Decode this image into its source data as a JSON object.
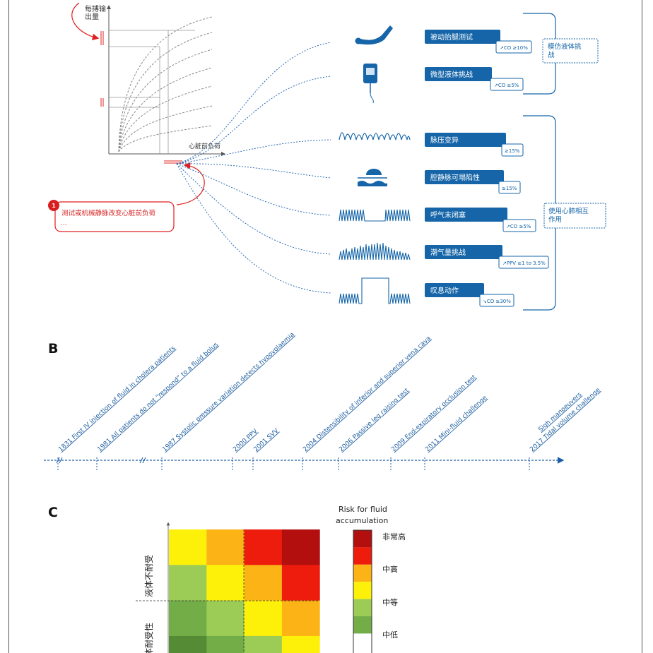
{
  "section_a": {
    "y_axis_label": [
      "每搏输",
      "出量"
    ],
    "x_axis_label": "心脏前负荷",
    "callout_number": "1",
    "callout_text": "测试或机械静脉改变心脏前负荷",
    "callout_more": "...",
    "group1_label": [
      "模仿液体挑",
      "战"
    ],
    "group2_label": [
      "使用心肺相互",
      "作用"
    ],
    "tests": [
      {
        "name": "被动抬腿测试",
        "threshold": "↗CO ≥10%",
        "icon": "leg-raise-icon"
      },
      {
        "name": "微型液体挑战",
        "threshold": "↗CO ≥5%",
        "icon": "iv-bag-icon"
      },
      {
        "name": "脉压变异",
        "threshold": "≥15%",
        "icon": "pulse-pressure-waveform-icon"
      },
      {
        "name": "腔静脉可塌陷性",
        "threshold": "≥15%",
        "icon": "vena-cava-ultrasound-icon"
      },
      {
        "name": "呼气末闭塞",
        "threshold": "↗CO ≥5%",
        "icon": "end-expiratory-occlusion-waveform-icon"
      },
      {
        "name": "潮气量挑战",
        "threshold": "↗PPV ≥1 to 3.5%",
        "icon": "tidal-volume-waveform-icon"
      },
      {
        "name": "叹息动作",
        "threshold": "↘CO ≥30%",
        "icon": "sigh-waveform-icon"
      }
    ]
  },
  "section_b": {
    "letter": "B",
    "events": [
      {
        "year": "1831",
        "text": "First IV injection of fluid in cholera patients"
      },
      {
        "year": "1981",
        "text": "All patients do not “respond” to a fluid bolus"
      },
      {
        "year": "1987",
        "text": "Systolic pressure variation detects hypovolaemia"
      },
      {
        "year": "2000",
        "text": "PPV"
      },
      {
        "year": "2001",
        "text": "SVV"
      },
      {
        "year": "2004",
        "text": "Distensibility of inferior and superior vena cava"
      },
      {
        "year": "2006",
        "text": "Passive leg raising  test"
      },
      {
        "year": "2009",
        "text": "End-expiratory occlusion test"
      },
      {
        "year": "2011",
        "text": "Mini-fluid challenge"
      },
      {
        "year": "",
        "text": "Sigh manoeuvers"
      },
      {
        "year": "2017",
        "text": "Tidal volume challenge"
      }
    ]
  },
  "section_c": {
    "letter": "C",
    "y_label_upper": "液体不耐受",
    "y_label_lower": "体耐受性",
    "legend_title": [
      "Risk for fluid",
      "accumulation"
    ],
    "legend_labels": [
      "非常高",
      "中高",
      "中等",
      "中低"
    ],
    "colors": {
      "dark_red": "#b40f0f",
      "red": "#ee1c0c",
      "orange": "#fbb315",
      "yellow": "#fdf10a",
      "light_green": "#9ccc55",
      "green": "#72ad48",
      "dark_green": "#548b34"
    }
  },
  "chart_data": {
    "type": "heatmap",
    "rows_top_to_bottom": [
      [
        "yellow",
        "orange",
        "red",
        "dark_red"
      ],
      [
        "light_green",
        "yellow",
        "orange",
        "red"
      ],
      [
        "green",
        "light_green",
        "yellow",
        "orange"
      ],
      [
        "dark_green",
        "green",
        "light_green",
        "yellow"
      ]
    ],
    "legend_scale_top_to_bottom": [
      "dark_red",
      "red",
      "orange",
      "yellow",
      "light_green",
      "green"
    ]
  }
}
